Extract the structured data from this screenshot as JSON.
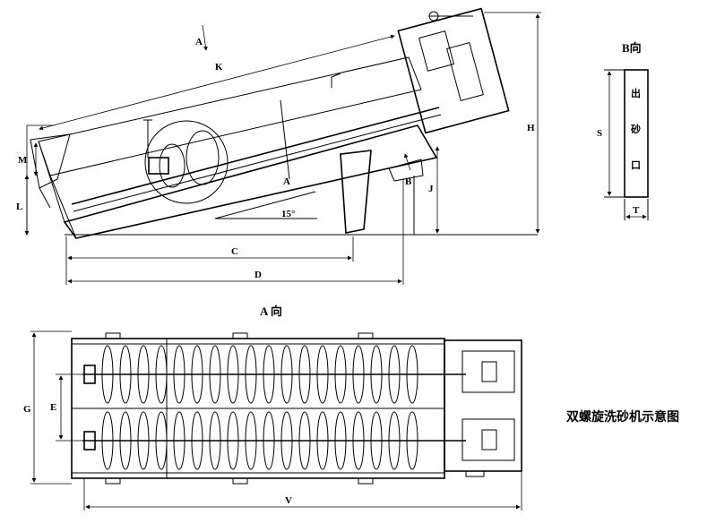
{
  "side_view": {
    "labels": {
      "A_top": "A",
      "K": "K",
      "A_mid": "A",
      "M": "M",
      "L": "L",
      "B_arrow": "B",
      "J": "J",
      "H": "H",
      "C": "C",
      "D": "D",
      "angle": "15°"
    }
  },
  "b_view": {
    "title": "B向",
    "outlet_text": [
      "出",
      "砂",
      "口"
    ],
    "S": "S",
    "T": "T"
  },
  "plan_view": {
    "title": "A 向",
    "G": "G",
    "E": "E",
    "V": "V"
  },
  "caption": "双螺旋洗砂机示意图"
}
